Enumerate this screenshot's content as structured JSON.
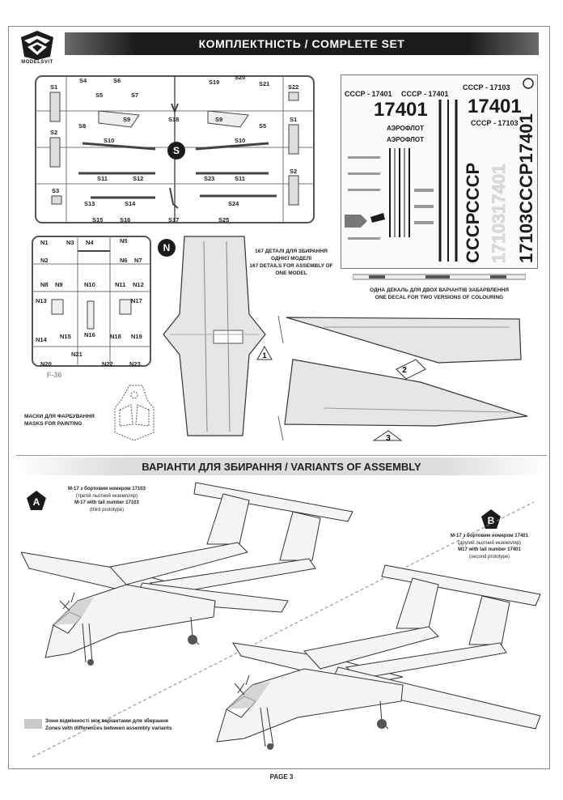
{
  "header": {
    "brand": "MODELSVIT",
    "title": "КОМПЛЕКТНІСТЬ / COMPLETE SET"
  },
  "sprue_s": {
    "letter": "S",
    "parts": [
      "S1",
      "S4",
      "S6",
      "S5",
      "S7",
      "S8",
      "S9",
      "S10",
      "S11",
      "S12",
      "S13",
      "S14",
      "S15",
      "S16",
      "S17",
      "S18",
      "S2",
      "S3",
      "S19",
      "S20",
      "S21",
      "S22",
      "S1",
      "S9",
      "S5",
      "S10",
      "S2",
      "S23",
      "S11",
      "S24",
      "S25"
    ]
  },
  "sprue_n": {
    "letter": "N",
    "parts": [
      "N1",
      "N3",
      "N4",
      "N5",
      "N2",
      "N6",
      "N7",
      "N8",
      "N9",
      "N10",
      "N11",
      "N12",
      "N13",
      "N17",
      "N14",
      "N15",
      "N16",
      "N18",
      "N19",
      "N20",
      "N21",
      "N22",
      "N23"
    ],
    "code": "F-36"
  },
  "parts_note": {
    "ua": "167 ДЕТАЛІ ДЛЯ ЗБИРАННЯ ОДНІЄЇ МОДЕЛІ",
    "en": "167 DETAILS FOR ASSEMBLY OF ONE MODEL"
  },
  "decal": {
    "reg1": "СССР - 17401",
    "reg2": "СССР - 17401",
    "reg3": "СССР - 17103",
    "num_big1": "17401",
    "num_big2": "17401",
    "aeroflot1": "АЭРОФЛОТ",
    "aeroflot2": "АЭРОФЛОТ",
    "reg4": "СССР - 17103",
    "vertical1": "СССРСССР",
    "vertical2": "1710317401",
    "vertical3": "17103СССР17401",
    "note_ua": "ОДНА ДЕКАЛЬ ДЛЯ ДВОХ ВАРІАНТІВ ЗАБАРВЛЕННЯ",
    "note_en": "ONE DECAL FOR TWO VERSIONS OF COLOURING"
  },
  "masks": {
    "ua": "МАСКИ ДЛЯ ФАРБУВАННЯ",
    "en": "MASKS FOR PAINTING"
  },
  "wing_parts": [
    "1",
    "2",
    "3"
  ],
  "variants_title": "ВАРІАНТИ ДЛЯ ЗБИРАННЯ / VARIANTS OF ASSEMBLY",
  "variant_a": {
    "letter": "A",
    "line1": "М-17 з бортовим номером 17103",
    "line2": "(третій льотний екземпляр)",
    "line3": "M-17 with tail number 17103",
    "line4": "(third prototype)"
  },
  "variant_b": {
    "letter": "B",
    "line1": "М-17 з бортовим номером 17401",
    "line2": "(другий льотний екземпляр)",
    "line3": "M17 with tail number 17401",
    "line4": "(second prototype)"
  },
  "legend": {
    "ua": "Зони відмінності між варіантами для збирання",
    "en": "Zones with differences between assembly variants"
  },
  "footer": {
    "page": "PAGE 3"
  },
  "colors": {
    "title_bar": "#1b1b1b",
    "diff_zone": "#c8c8c8"
  }
}
